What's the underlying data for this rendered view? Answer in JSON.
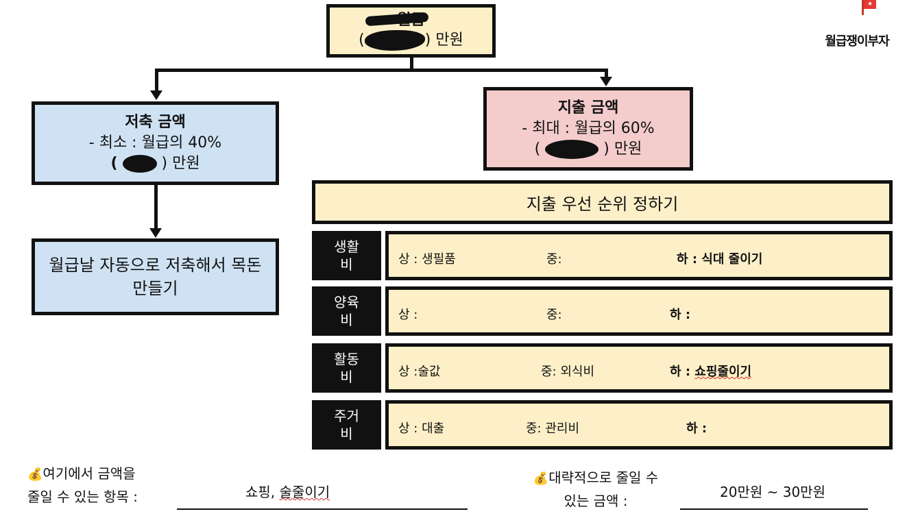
{
  "logo": {
    "flag_glyph": "★",
    "name": "월급쟁이부자"
  },
  "salary": {
    "title": "월급",
    "amount_prefix": "(",
    "amount_suffix": ") 만원"
  },
  "savings": {
    "title": "저축 금액",
    "rule": "- 최소 : 월급의 40%",
    "amount_prefix": "(",
    "amount_suffix": ") 만원"
  },
  "auto_save": {
    "text": "월급날 자동으로 저축해서 목돈 만들기"
  },
  "spending": {
    "title": "지출 금액",
    "rule": "- 최대 : 월급의 60%",
    "amount_prefix": "(",
    "amount_suffix": ") 만원"
  },
  "priority": {
    "title": "지출 우선 순위 정하기"
  },
  "rows": [
    {
      "label_line1": "생활",
      "label_line2": "비",
      "high": "상 : 생필품",
      "mid": "중:",
      "low": "하 :  식대 줄이기"
    },
    {
      "label_line1": "양육",
      "label_line2": "비",
      "high": "상 :",
      "mid": "중:",
      "low": "하 :"
    },
    {
      "label_line1": "활동",
      "label_line2": "비",
      "high": "상 :술값",
      "mid": "중: 외식비",
      "low_prefix": "하 : ",
      "low_value": "쇼핑줄이기"
    },
    {
      "label_line1": "주거",
      "label_line2": "비",
      "high": "상 : 대출",
      "mid": "중:  관리비",
      "low": "하 :"
    }
  ],
  "bottom_left": {
    "icon": "💰",
    "line1": "여기에서 금액을",
    "line2": "줄일 수 있는 항목 :",
    "answer_prefix": "쇼핑, ",
    "answer_wavy": "술줄이기"
  },
  "bottom_right": {
    "icon": "💰",
    "line1": "대략적으로 줄일 수",
    "line2": "있는 금액 :",
    "answer": "20만원 ~ 30만원"
  }
}
